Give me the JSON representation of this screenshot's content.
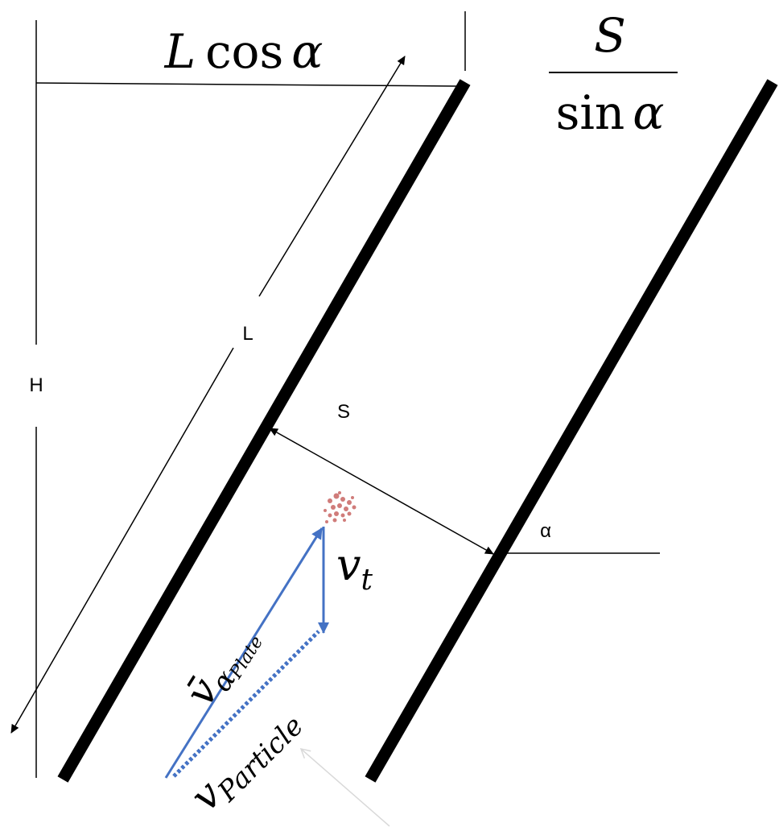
{
  "labels": {
    "l_cos_alpha": {
      "var": "L",
      "func": "cos",
      "angle": "α"
    },
    "s_over_sin_alpha": {
      "numerator": "S",
      "func": "sin",
      "angle": "α"
    },
    "length": "L",
    "height": "H",
    "spacing": "S",
    "angle": "α",
    "v_t": {
      "base": "v",
      "sub": "t"
    },
    "v_plate": {
      "base": "v̄",
      "sub1": "α",
      "sub2": "Plate"
    },
    "v_particle": {
      "base": "v",
      "sub": "Particle"
    }
  },
  "colors": {
    "plate": "#000000",
    "dimension": "#000000",
    "vector": "#4472c4",
    "particle": "#c0504d",
    "pointer": "#d9d9d9"
  }
}
